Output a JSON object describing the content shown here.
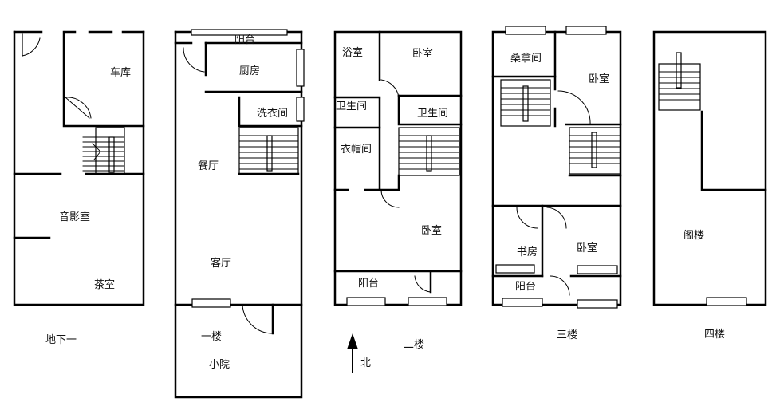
{
  "floors": [
    {
      "id": "basement",
      "caption": "地下一",
      "rooms": [
        "车库",
        "音影室",
        "茶室"
      ]
    },
    {
      "id": "first",
      "caption": "一楼",
      "rooms": [
        "阳台",
        "厨房",
        "洗衣间",
        "餐厅",
        "客厅",
        "小院"
      ]
    },
    {
      "id": "second",
      "caption": "二楼",
      "rooms": [
        "浴室",
        "卧室",
        "卫生间",
        "卫生间",
        "衣帽间",
        "卧室",
        "阳台"
      ]
    },
    {
      "id": "third",
      "caption": "三楼",
      "rooms": [
        "桑拿间",
        "卧室",
        "书房",
        "卧室",
        "阳台"
      ]
    },
    {
      "id": "fourth",
      "caption": "四楼",
      "rooms": [
        "阁楼"
      ]
    }
  ],
  "north_label": "北",
  "colors": {
    "wall": "#000000",
    "window": "#000000",
    "door": "#000000"
  }
}
